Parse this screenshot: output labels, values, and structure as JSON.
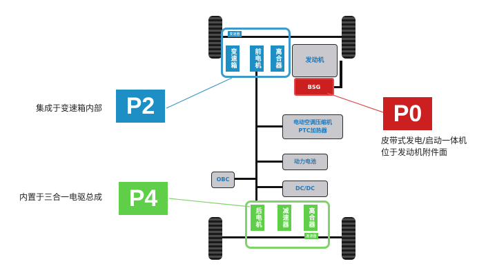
{
  "front": {
    "gearbox_label": "变速箱",
    "front_motor_label": "前电机",
    "clutch_label": "离合器",
    "engine_label": "发动机",
    "bsg_label": "BSG",
    "small_label": "变速器"
  },
  "mid": {
    "ac_label_1": "电动空调压缩机",
    "ac_label_2": "PTC加热器",
    "battery_label": "动力电池",
    "dcdc_label": "DC/DC",
    "obc_label": "OBC"
  },
  "rear": {
    "rear_motor_label": "后电机",
    "reducer_label": "减速器",
    "clutch_label": "离合器",
    "small_label": "差速器"
  },
  "tags": {
    "p2": {
      "label": "P2",
      "desc": "集成于变速箱内部",
      "color": "#1d8fc4"
    },
    "p0": {
      "label": "P0",
      "desc_1": "皮带式发电/启动一体机",
      "desc_2": "位于发动机附件面",
      "color": "#cc1f1f"
    },
    "p4": {
      "label": "P4",
      "desc": "内置于三合一电驱总成",
      "color": "#5fcf4a"
    }
  }
}
